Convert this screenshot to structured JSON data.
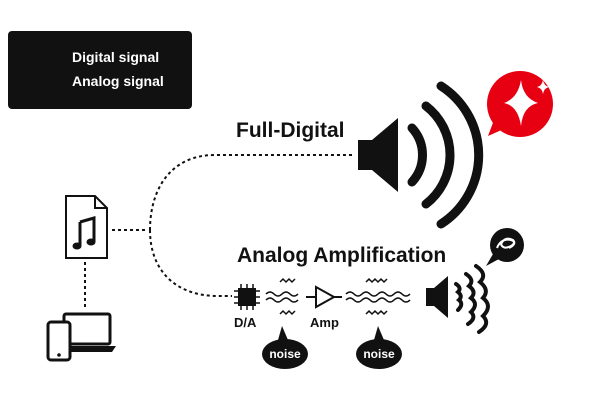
{
  "legend": {
    "digital_label": "Digital signal",
    "analog_label": "Analog signal"
  },
  "paths": {
    "full_digital_title": "Full-Digital",
    "analog_title": "Analog Amplification"
  },
  "components": {
    "da_label": "D/A",
    "amp_label": "Amp",
    "noise_label_1": "noise",
    "noise_label_2": "noise"
  },
  "colors": {
    "accent_red": "#e60012",
    "ink": "#111111",
    "background": "#ffffff"
  },
  "icons": {
    "music_file": "music-file-icon",
    "devices": "devices-icon",
    "speaker_full": "speaker-icon",
    "speaker_small": "speaker-icon",
    "sparkle": "sparkle-icon",
    "distorted": "scribble-icon",
    "chip": "chip-icon",
    "amplifier": "amplifier-icon"
  }
}
